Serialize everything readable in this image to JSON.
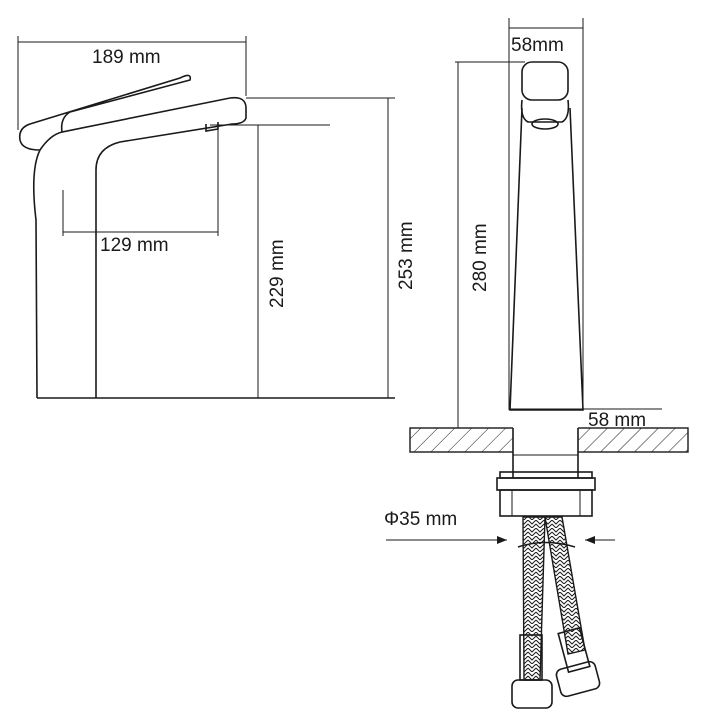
{
  "dimensions": {
    "spout_length": "189 mm",
    "spout_reach": "129 mm",
    "spout_height": "229 mm",
    "total_height": "253 mm",
    "front_top_width": "58mm",
    "front_height": "280 mm",
    "base_width": "58 mm",
    "hole_diameter": "Φ35 mm"
  },
  "colors": {
    "line": "#1a1a1a",
    "background": "#ffffff"
  }
}
